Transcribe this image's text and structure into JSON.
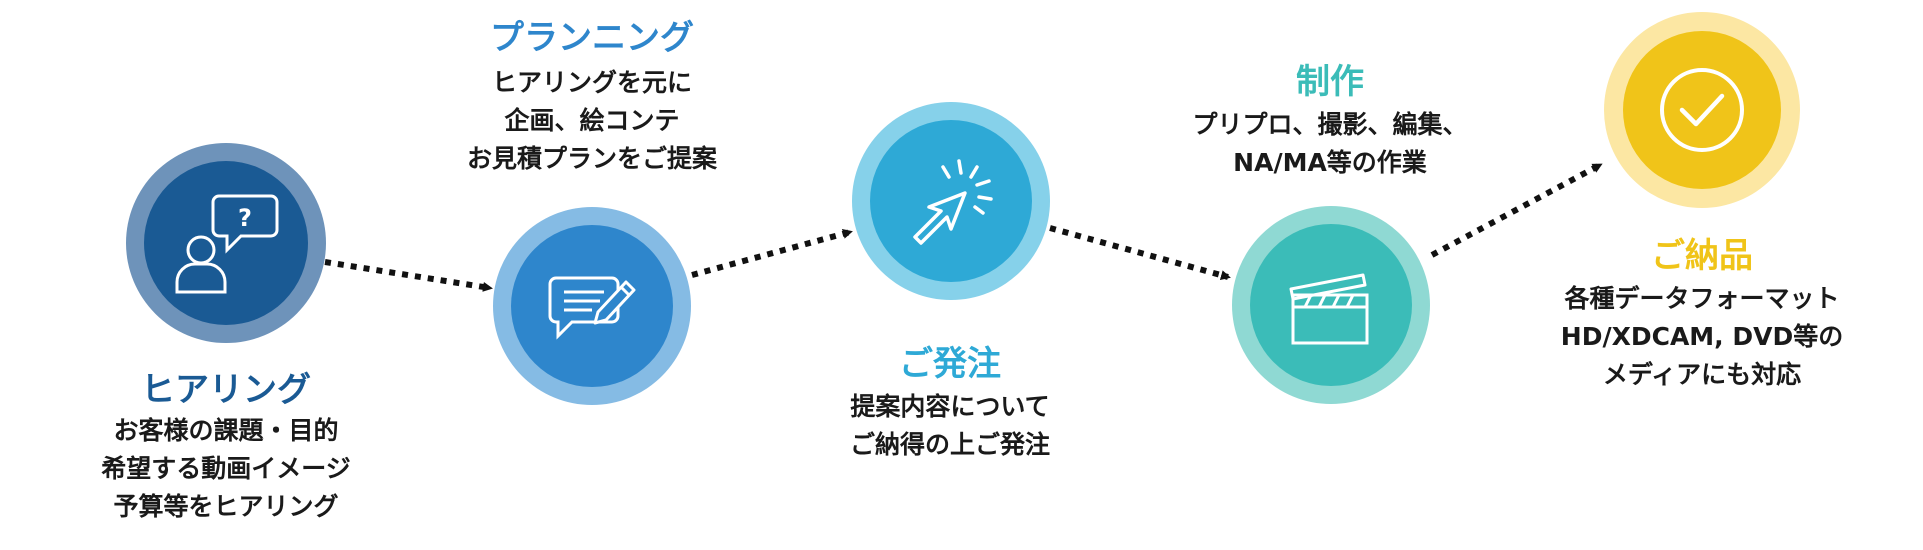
{
  "colors": {
    "step1": "#1a5a94",
    "step2": "#2e86cc",
    "step3": "#2ea9d6",
    "step4": "#3bbcb8",
    "step5": "#f0c419",
    "arrow": "#111111",
    "text": "#1a1a1a"
  },
  "steps": [
    {
      "title": "ヒアリング",
      "lines": [
        "お客様の課題・目的",
        "希望する動画イメージ",
        "予算等をヒアリング"
      ],
      "icon": "speech-bubble-question-person-icon"
    },
    {
      "title": "プランニング",
      "lines": [
        "ヒアリングを元に",
        "企画、絵コンテ",
        "お見積プランをご提案"
      ],
      "icon": "chat-pen-icon"
    },
    {
      "title": "ご発注",
      "lines": [
        "提案内容について",
        "ご納得の上ご発注"
      ],
      "icon": "cursor-click-icon"
    },
    {
      "title": "制作",
      "lines": [
        "プリプロ、撮影、編集、",
        "NA/MA等の作業"
      ],
      "icon": "clapperboard-icon"
    },
    {
      "title": "ご納品",
      "lines": [
        "各種データフォーマット",
        "HD/XDCAM, DVD等の",
        "メディアにも対応"
      ],
      "icon": "checkmark-circle-icon"
    }
  ]
}
